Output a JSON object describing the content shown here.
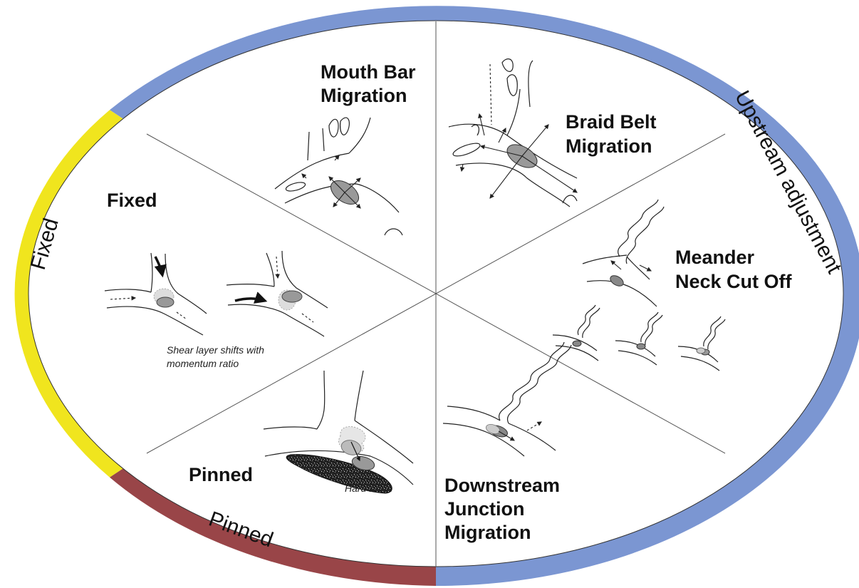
{
  "ring": {
    "upstream": {
      "label": "Upstream adjustment",
      "color": "#7b96d2"
    },
    "fixed": {
      "label": "Fixed",
      "color": "#f0e51e"
    },
    "pinned": {
      "label": "Pinned",
      "color": "#994548"
    }
  },
  "sectors": {
    "mouth_bar": {
      "line1": "Mouth Bar",
      "line2": "Migration"
    },
    "braid_belt": {
      "line1": "Braid Belt",
      "line2": "Migration"
    },
    "meander": {
      "line1": "Meander",
      "line2": "Neck Cut Off"
    },
    "downstream": {
      "line1": "Downstream",
      "line2": "Junction",
      "line3": "Migration"
    },
    "pinned": {
      "label": "Pinned"
    },
    "fixed": {
      "label": "Fixed"
    }
  },
  "notes": {
    "shear_line1": "Shear layer shifts with",
    "shear_line2": "momentum ratio",
    "hard_point": "Hard Point"
  }
}
